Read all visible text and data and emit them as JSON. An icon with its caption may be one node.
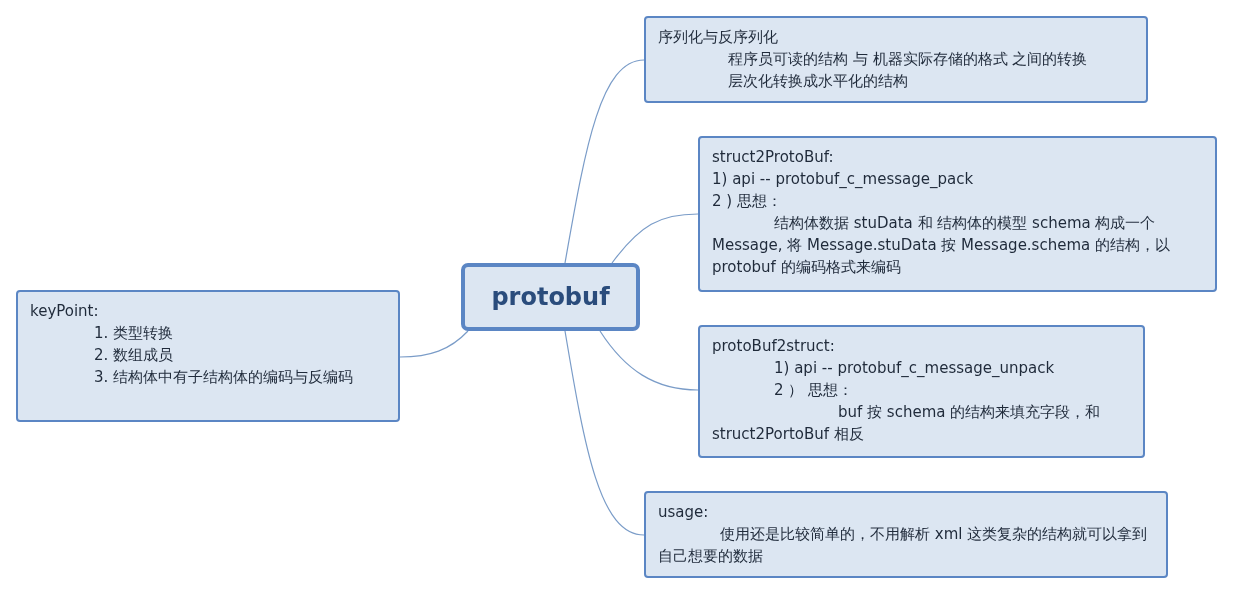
{
  "diagram": {
    "nodes": [
      {
        "text": [
          "protobuf"
        ]
      },
      {
        "text": [
          "序列化与反序列化",
          "程序员可读的结构 与 机器实际存储的格式 之间的转换",
          "层次化转换成水平化的结构"
        ]
      },
      {
        "text": [
          "struct2ProtoBuf:",
          "1)  api -- protobuf_c_message_pack",
          "2 ) 思想：",
          "结构体数据 stuData 和 结构体的模型 schema 构成一个 Message, 将 Message.stuData 按 Message.schema 的结构，以 protobuf 的编码格式来编码"
        ]
      },
      {
        "text": [
          "protoBuf2struct:",
          "1)  api -- protobuf_c_message_unpack",
          "2 ） 思想：",
          "buf 按 schema 的结构来填充字段，和 struct2PortoBuf 相反"
        ]
      },
      {
        "text": [
          "usage:",
          "使用还是比较简单的，不用解析 xml 这类复杂的结构就可以拿到自己想要的数据"
        ]
      },
      {
        "text": [
          "keyPoint:",
          "1. 类型转换",
          "2. 数组成员",
          "3. 结构体中有子结构体的编码与反编码"
        ]
      }
    ],
    "edges": [
      {
        "from": 0,
        "to": 1,
        "arrow": "none"
      },
      {
        "from": 0,
        "to": 2,
        "arrow": "none"
      },
      {
        "from": 0,
        "to": 3,
        "arrow": "none"
      },
      {
        "from": 0,
        "to": 4,
        "arrow": "none"
      },
      {
        "from": 0,
        "to": 5,
        "arrow": "none"
      }
    ]
  }
}
